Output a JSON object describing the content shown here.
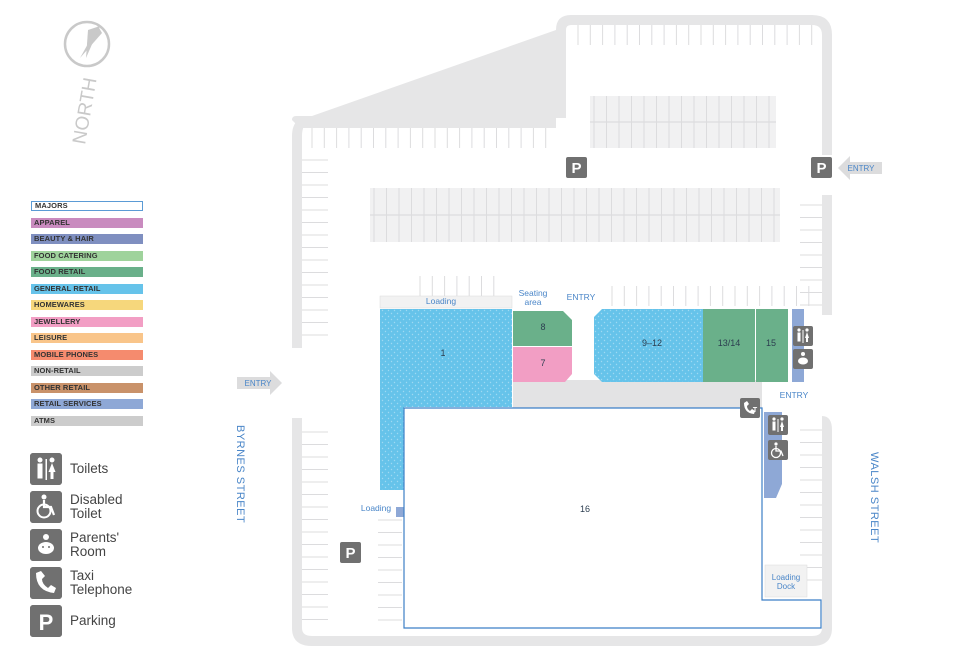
{
  "compass": {
    "label": "NORTH"
  },
  "legend": [
    {
      "label": "MAJORS",
      "color": "#ffffff"
    },
    {
      "label": "APPAREL",
      "color": "#c98bbf"
    },
    {
      "label": "BEAUTY & HAIR",
      "color": "#7f8fc0"
    },
    {
      "label": "FOOD CATERING",
      "color": "#9fd39c"
    },
    {
      "label": "FOOD RETAIL",
      "color": "#6ab08a"
    },
    {
      "label": "GENERAL RETAIL",
      "color": "#66c3ea"
    },
    {
      "label": "HOMEWARES",
      "color": "#f6d77c"
    },
    {
      "label": "JEWELLERY",
      "color": "#f29ec4"
    },
    {
      "label": "LEISURE",
      "color": "#f9c58a"
    },
    {
      "label": "MOBILE PHONES",
      "color": "#f58b6e"
    },
    {
      "label": "NON-RETAIL",
      "color": "#cccccc"
    },
    {
      "label": "OTHER RETAIL",
      "color": "#c9926a"
    },
    {
      "label": "RETAIL SERVICES",
      "color": "#8ea8d6"
    },
    {
      "label": "ATMS",
      "color": "#cccccc"
    }
  ],
  "keys": {
    "toilets": "Toilets",
    "disabled": "Disabled Toilet",
    "parents": "Parents' Room",
    "taxi": "Taxi Telephone",
    "parking": "Parking"
  },
  "streets": {
    "west": "BYRNES STREET",
    "east": "WALSH STREET"
  },
  "labels": {
    "entry": "ENTRY",
    "loading": "Loading",
    "seating_line1": "Seating",
    "seating_line2": "area",
    "loading_dock_line1": "Loading",
    "loading_dock_line2": "Dock",
    "parking_symbol": "P"
  },
  "shops": {
    "s1": "1",
    "s7": "7",
    "s8": "8",
    "s9_12": "9–12",
    "s13_14": "13/14",
    "s15": "15",
    "s16": "16"
  },
  "colors": {
    "road": "#e6e6e7",
    "parking_bay": "#f1f1f2",
    "general_retail": "#66c3ea",
    "food_retail": "#6ab08a",
    "jewellery": "#f29ec4",
    "major_outline": "#3c7fc6",
    "icon_bg": "#707070",
    "street_text": "#4a86c8"
  }
}
